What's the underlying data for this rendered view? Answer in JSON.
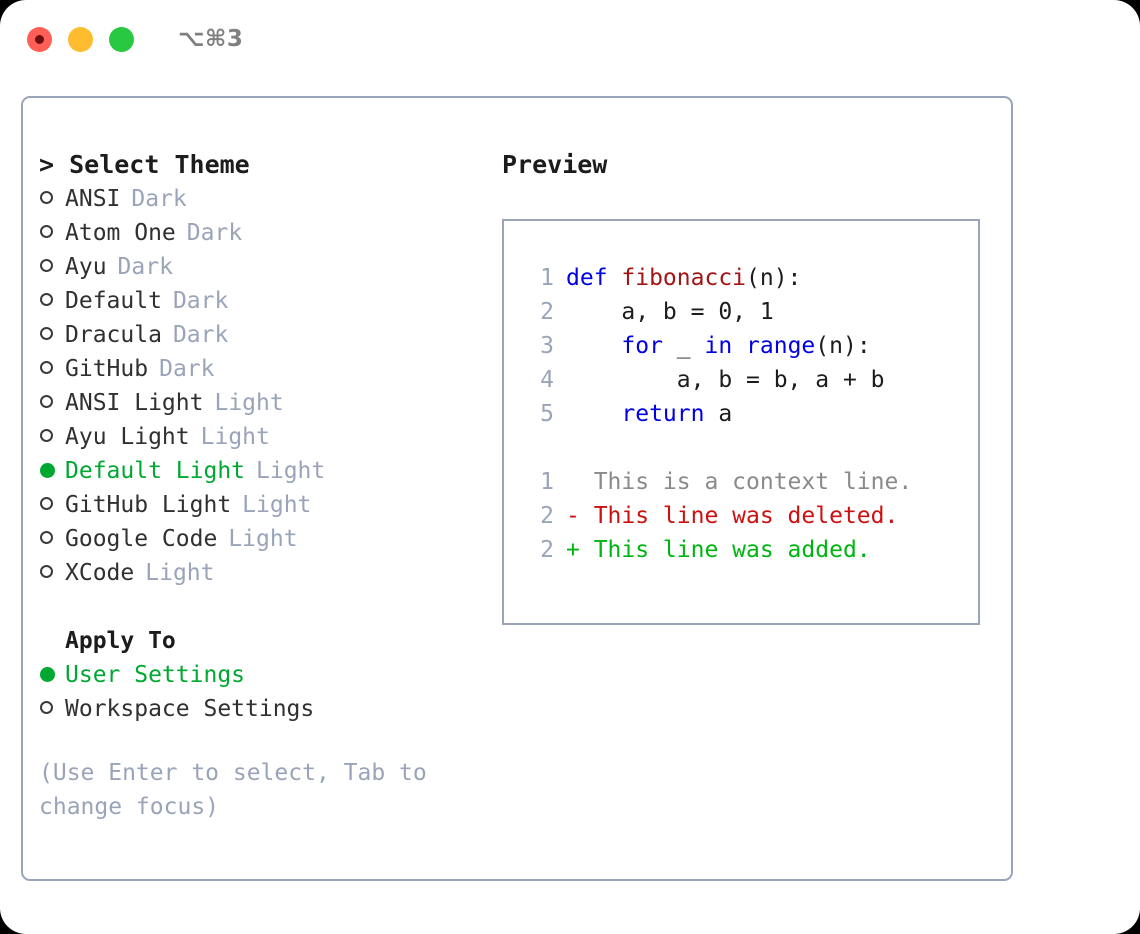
{
  "titlebar": {
    "buttons": [
      {
        "name": "close",
        "color": "#ff5f57",
        "recording": true
      },
      {
        "name": "minimize",
        "color": "#febc2e",
        "recording": false
      },
      {
        "name": "maximize",
        "color": "#28c840",
        "recording": false
      }
    ],
    "shortcut": "⌥⌘3"
  },
  "colors": {
    "accent_green": "#00a832",
    "muted": "#9aa4b8",
    "text": "#303030",
    "border": "#9aa4b8",
    "keyword_blue": "#0000e0",
    "function_red": "#a31515",
    "diff_add": "#00b512",
    "diff_del": "#cc1111",
    "diff_ctx": "#8a8a8a"
  },
  "left": {
    "heading": "> Select Theme",
    "themes": [
      {
        "label": "ANSI",
        "tag": "Dark",
        "selected": false
      },
      {
        "label": "Atom One",
        "tag": "Dark",
        "selected": false
      },
      {
        "label": "Ayu",
        "tag": "Dark",
        "selected": false
      },
      {
        "label": "Default",
        "tag": "Dark",
        "selected": false
      },
      {
        "label": "Dracula",
        "tag": "Dark",
        "selected": false
      },
      {
        "label": "GitHub",
        "tag": "Dark",
        "selected": false
      },
      {
        "label": "ANSI Light",
        "tag": "Light",
        "selected": false
      },
      {
        "label": "Ayu Light",
        "tag": "Light",
        "selected": false
      },
      {
        "label": "Default Light",
        "tag": "Light",
        "selected": true
      },
      {
        "label": "GitHub Light",
        "tag": "Light",
        "selected": false
      },
      {
        "label": "Google Code",
        "tag": "Light",
        "selected": false
      },
      {
        "label": "XCode",
        "tag": "Light",
        "selected": false
      }
    ],
    "apply_to_heading": "Apply To",
    "apply_to_options": [
      {
        "label": "User Settings",
        "selected": true
      },
      {
        "label": "Workspace Settings",
        "selected": false
      }
    ],
    "hint": "(Use Enter to select, Tab to change focus)"
  },
  "right": {
    "heading": "Preview",
    "code_lines": [
      {
        "num": "1",
        "tokens": [
          {
            "t": "def ",
            "k": "kw"
          },
          {
            "t": "fibonacci",
            "k": "fn"
          },
          {
            "t": "(n):",
            "k": "pl"
          }
        ]
      },
      {
        "num": "2",
        "tokens": [
          {
            "t": "    a, b = 0, 1",
            "k": "pl"
          }
        ]
      },
      {
        "num": "3",
        "tokens": [
          {
            "t": "    ",
            "k": "pl"
          },
          {
            "t": "for",
            "k": "kw"
          },
          {
            "t": " _ ",
            "k": "pl"
          },
          {
            "t": "in",
            "k": "kw"
          },
          {
            "t": " ",
            "k": "pl"
          },
          {
            "t": "range",
            "k": "bi"
          },
          {
            "t": "(n):",
            "k": "pl"
          }
        ]
      },
      {
        "num": "4",
        "tokens": [
          {
            "t": "        a, b = b, a + b",
            "k": "pl"
          }
        ]
      },
      {
        "num": "5",
        "tokens": [
          {
            "t": "    ",
            "k": "pl"
          },
          {
            "t": "return",
            "k": "kw"
          },
          {
            "t": " a",
            "k": "pl"
          }
        ]
      }
    ],
    "diff_lines": [
      {
        "num": "1",
        "marker": "  ",
        "text": "This is a context line.",
        "kind": "ctx"
      },
      {
        "num": "2",
        "marker": "- ",
        "text": "This line was deleted.",
        "kind": "del"
      },
      {
        "num": "2",
        "marker": "+ ",
        "text": "This line was added.",
        "kind": "add"
      }
    ]
  }
}
